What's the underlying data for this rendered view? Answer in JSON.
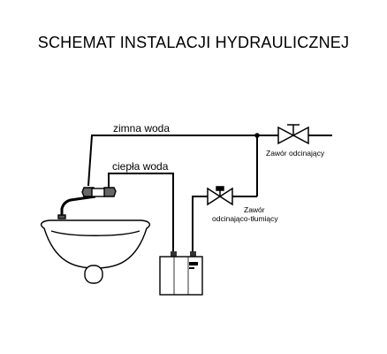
{
  "title": "SCHEMAT INSTALACJI HYDRAULICZNEJ",
  "labels": {
    "cold_water": "zimna woda",
    "hot_water": "ciepła woda",
    "shutoff_valve": "Zawór odcinający",
    "shutoff_damping_valve_line1": "Zawór",
    "shutoff_damping_valve_line2": "odcinająco-tłumiący"
  }
}
